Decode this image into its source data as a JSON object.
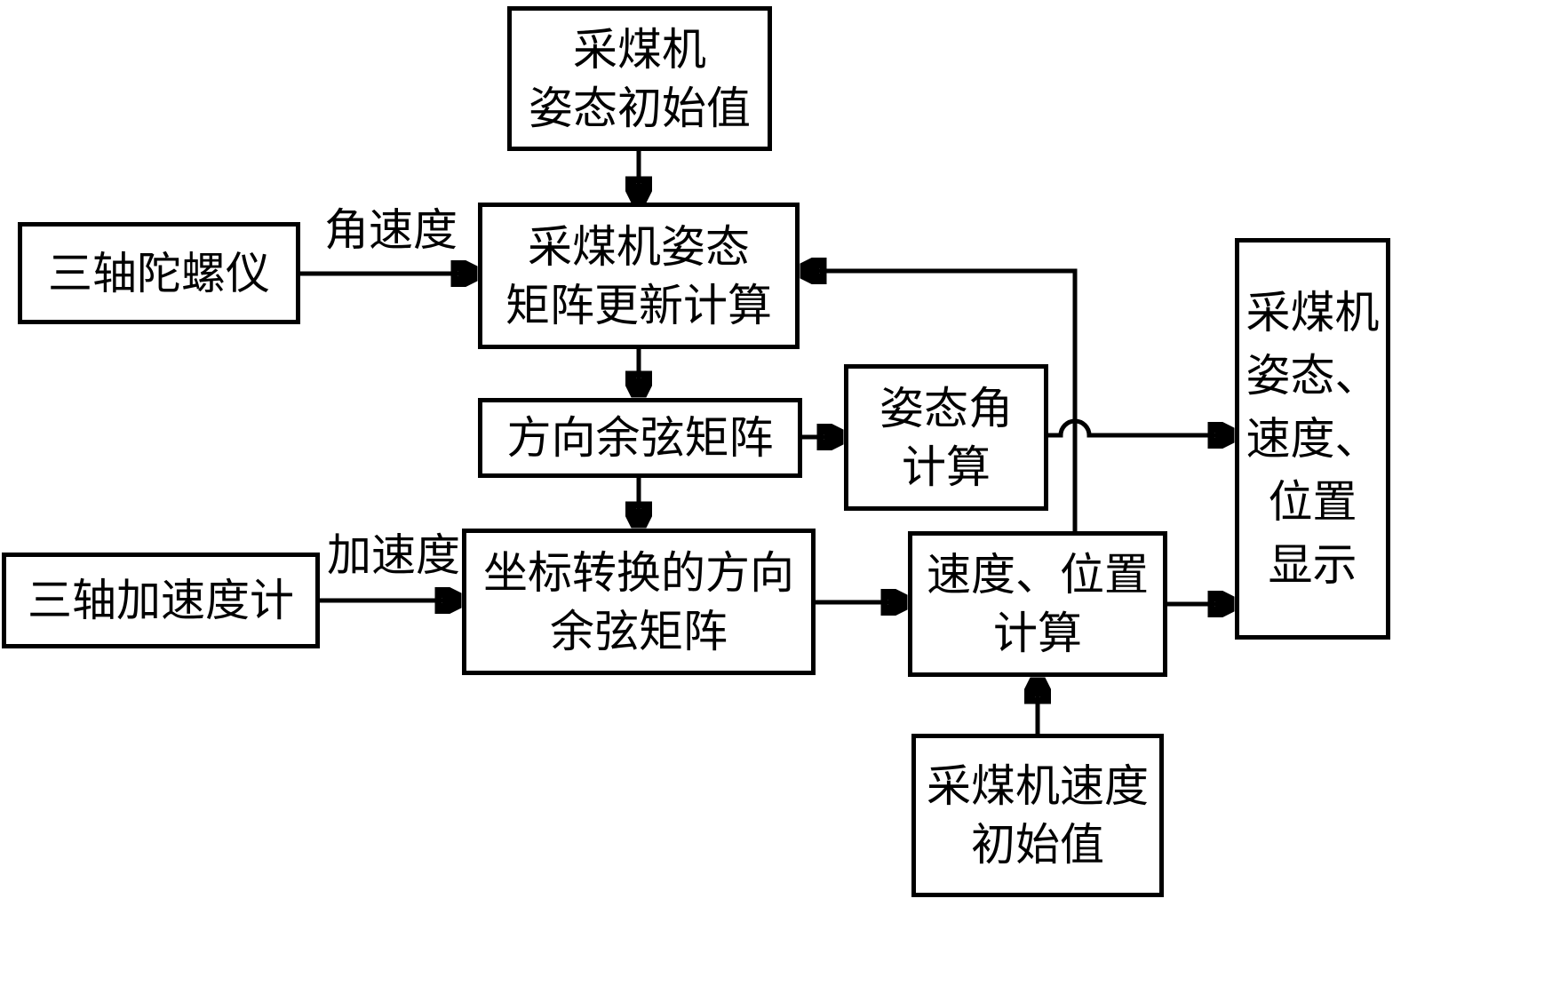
{
  "diagram": {
    "background": "#ffffff",
    "line_color": "#000000",
    "nodes": {
      "attitude_initial": {
        "label": "采煤机\n姿态初始值"
      },
      "gyroscope": {
        "label": "三轴陀螺仪"
      },
      "attitude_update": {
        "label": "采煤机姿态\n矩阵更新计算"
      },
      "direction_cosine": {
        "label": "方向余弦矩阵"
      },
      "attitude_angle_calc": {
        "label": "姿态角\n计算"
      },
      "accelerometer": {
        "label": "三轴加速度计"
      },
      "coord_transform_dcm": {
        "label": "坐标转换的方向\n余弦矩阵"
      },
      "velocity_position_calc": {
        "label": "速度、位置\n计算"
      },
      "velocity_initial": {
        "label": "采煤机速度\n初始值"
      },
      "display": {
        "label": "采煤机\n姿态、\n速度、\n位置\n显示"
      }
    },
    "edge_labels": {
      "angular_velocity": "角速度",
      "acceleration": "加速度"
    }
  }
}
